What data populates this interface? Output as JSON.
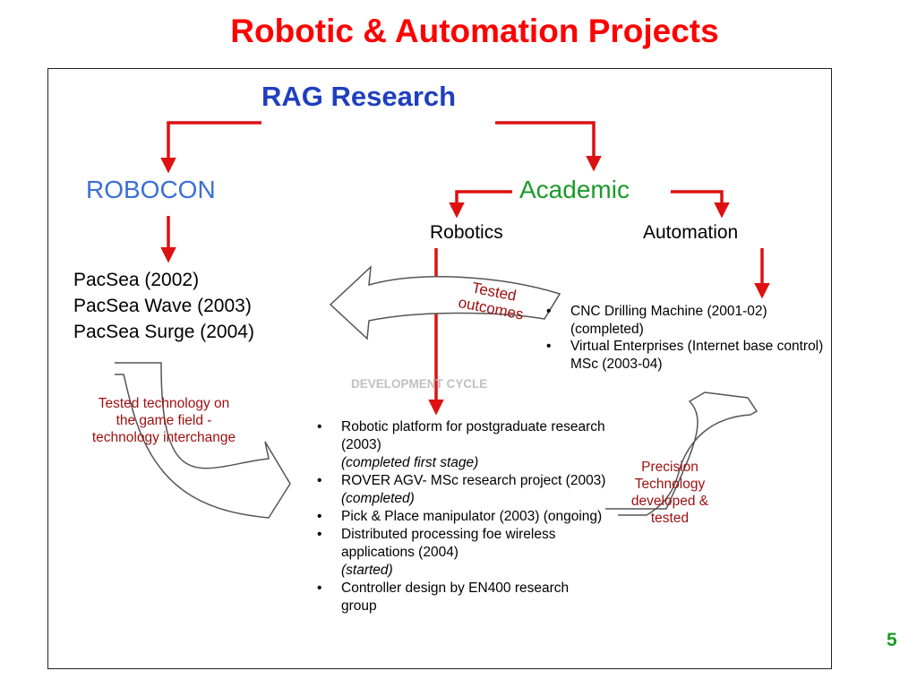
{
  "slide_title": "Robotic & Automation Projects",
  "page_number": "5",
  "diagram": {
    "root": "RAG Research",
    "robocon": "ROBOCON",
    "academic": "Academic",
    "robotics": "Robotics",
    "automation": "Automation",
    "pacsea_projects": [
      "PacSea (2002)",
      "PacSea Wave (2003)",
      "PacSea Surge (2004)"
    ],
    "tested_outcomes": [
      "Tested",
      "outcomes"
    ],
    "automation_projects": [
      {
        "text": "CNC Drilling Machine (2001-02) (completed)"
      },
      {
        "text": "Virtual Enterprises (Internet base control) MSc (2003-04)"
      }
    ],
    "development_cycle": "DEVELOPMENT CYCLE",
    "tested_technology": "Tested technology on the game field - technology interchange",
    "robotics_projects": [
      {
        "text": "Robotic platform for postgraduate research (2003)",
        "status": "(completed first stage)"
      },
      {
        "text": "ROVER AGV- MSc research project (2003)",
        "status": "(completed)"
      },
      {
        "text": "Pick & Place manipulator (2003) (ongoing)",
        "status": ""
      },
      {
        "text": "Distributed processing foe wireless applications (2004)",
        "status": "(started)"
      },
      {
        "text": "Controller design by EN400 research group",
        "status": ""
      }
    ],
    "precision_technology": "Precision Technology developed & tested"
  },
  "colors": {
    "title_red": "#ff0000",
    "arrow_red": "#dd1111",
    "annotation_red": "#a01010",
    "root_blue": "#1f3fbf",
    "robocon_blue": "#3a6fd8",
    "academic_green": "#1a9a2a",
    "page_number_green": "#1a9a2a"
  }
}
